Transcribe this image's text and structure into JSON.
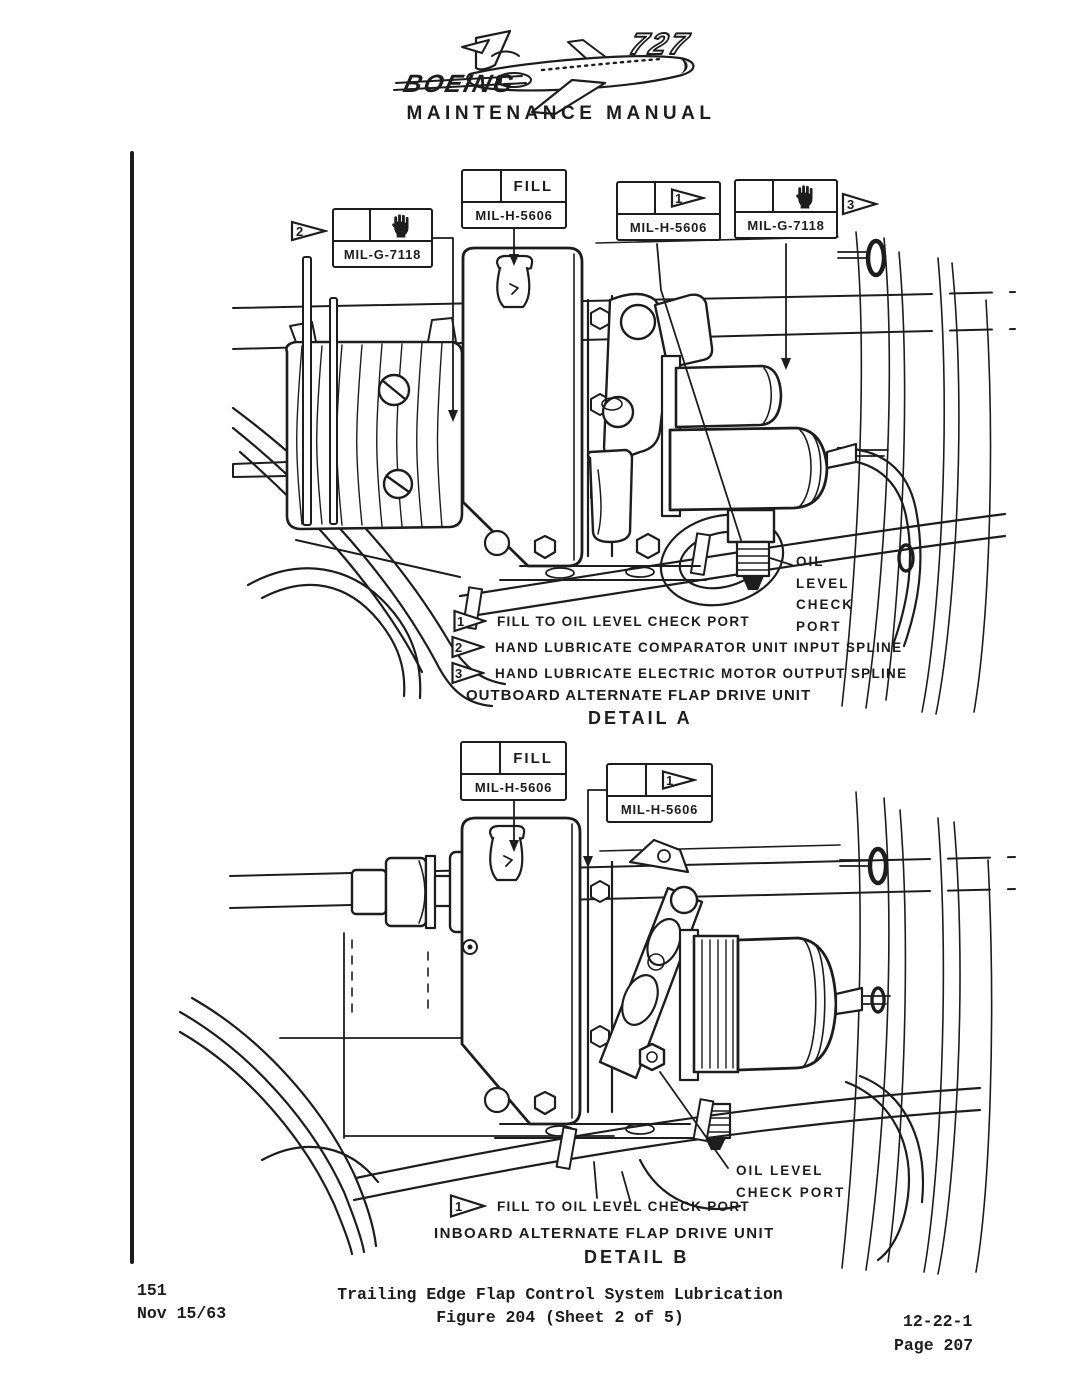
{
  "header": {
    "brand": "BOEING",
    "model": "727",
    "title": "MAINTENANCE MANUAL"
  },
  "colors": {
    "ink": "#1d1d1d",
    "paper": "#ffffff"
  },
  "detail_a": {
    "boxes": {
      "fill": {
        "label": "FILL",
        "spec": "MIL-H-5606"
      },
      "hand_left": {
        "spec": "MIL-G-7118",
        "flag": "2",
        "icon": "hand-lubricate"
      },
      "flag_right": {
        "spec": "MIL-H-5606",
        "flag": "1"
      },
      "hand_right": {
        "spec": "MIL-G-7118",
        "flag": "3",
        "icon": "hand-lubricate"
      }
    },
    "callout": {
      "l1": "OIL",
      "l2": "LEVEL",
      "l3": "CHECK",
      "l4": "PORT"
    },
    "notes": [
      {
        "flag": "1",
        "text": "FILL TO OIL LEVEL CHECK PORT"
      },
      {
        "flag": "2",
        "text": "HAND LUBRICATE COMPARATOR UNIT INPUT SPLINE"
      },
      {
        "flag": "3",
        "text": "HAND LUBRICATE ELECTRIC MOTOR OUTPUT SPLINE"
      }
    ],
    "title": "OUTBOARD ALTERNATE FLAP DRIVE UNIT",
    "detail": "DETAIL A"
  },
  "detail_b": {
    "boxes": {
      "fill": {
        "label": "FILL",
        "spec": "MIL-H-5606"
      },
      "flag_right": {
        "spec": "MIL-H-5606",
        "flag": "1"
      }
    },
    "callout": {
      "l1": "OIL LEVEL",
      "l2": "CHECK PORT"
    },
    "notes": [
      {
        "flag": "1",
        "text": "FILL TO OIL LEVEL CHECK PORT"
      }
    ],
    "title": "INBOARD ALTERNATE FLAP DRIVE UNIT",
    "detail": "DETAIL B"
  },
  "footer": {
    "revision": "151",
    "date": "Nov 15/63",
    "caption": "Trailing Edge Flap Control System Lubrication",
    "figure": "Figure 204 (Sheet 2 of 5)",
    "section": "12-22-1",
    "page": "Page 207"
  }
}
